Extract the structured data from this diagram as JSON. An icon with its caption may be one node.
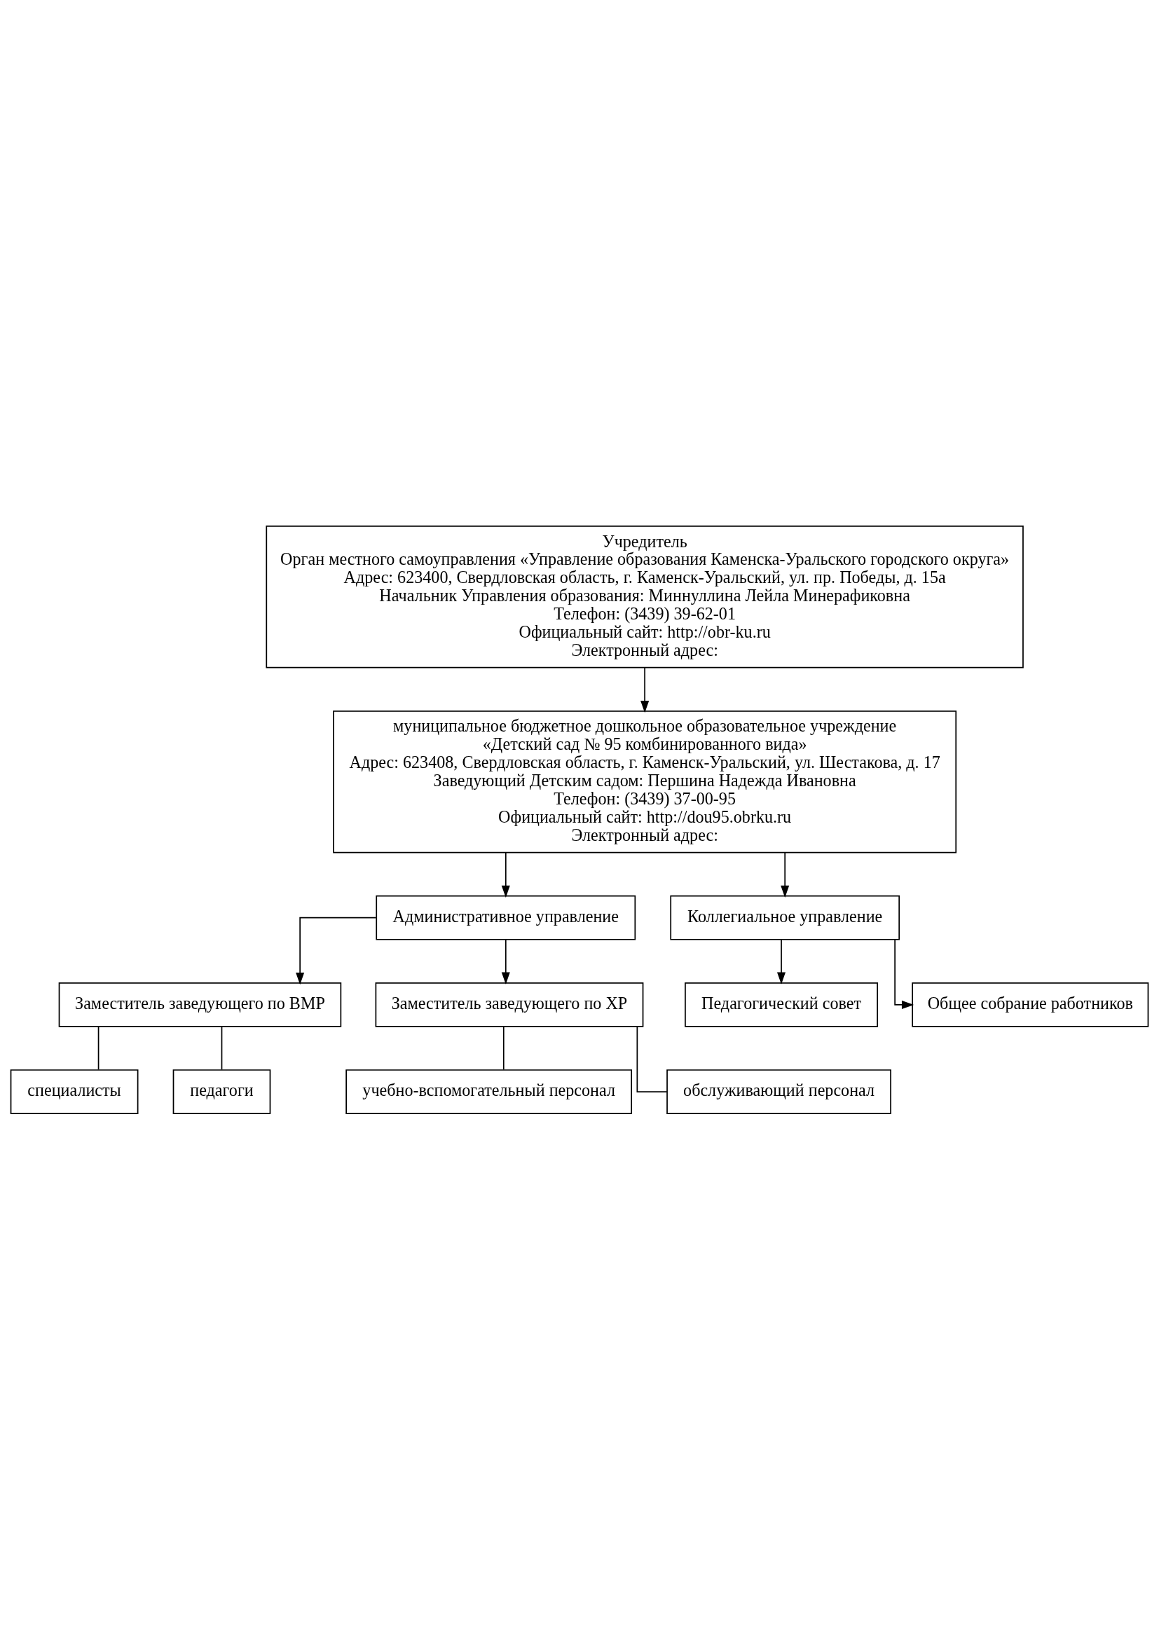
{
  "diagram": {
    "nodes": [
      {
        "text": [
          "Учредитель",
          "Орган местного самоуправления «Управление образования Каменска-Уральского городского округа»",
          "Адрес: 623400, Свердловская область, г. Каменск-Уральский, ул. пр. Победы, д. 15а",
          "Начальник Управления образования: Миннуллина Лейла Минерафиковна",
          "Телефон: (3439) 39-62-01",
          "Официальный сайт: http://obr-ku.ru",
          "Электронный адрес:"
        ]
      },
      {
        "text": [
          "муниципальное бюджетное дошкольное образовательное учреждение",
          "«Детский сад № 95 комбинированного вида»",
          "Адрес: 623408, Свердловская область, г. Каменск-Уральский, ул. Шестакова, д. 17",
          "Заведующий Детским садом: Першина Надежда Ивановна",
          "Телефон: (3439) 37-00-95",
          "Официальный сайт: http://dou95.obrku.ru",
          "Электронный адрес:"
        ]
      },
      {
        "text": [
          "Административное управление"
        ]
      },
      {
        "text": [
          "Коллегиальное управление"
        ]
      },
      {
        "text": [
          "Заместитель заведующего по ВМР"
        ]
      },
      {
        "text": [
          "Заместитель заведующего по ХР"
        ]
      },
      {
        "text": [
          "Педагогический совет"
        ]
      },
      {
        "text": [
          "Общее собрание работников"
        ]
      },
      {
        "text": [
          "специалисты"
        ]
      },
      {
        "text": [
          "педагоги"
        ]
      },
      {
        "text": [
          "учебно-вспомогательный персонал"
        ]
      },
      {
        "text": [
          "обслуживающий персонал"
        ]
      }
    ],
    "edges": [
      {
        "from": 0,
        "to": 1,
        "arrow": "to"
      },
      {
        "from": 1,
        "to": 2,
        "arrow": "to"
      },
      {
        "from": 1,
        "to": 3,
        "arrow": "to"
      },
      {
        "from": 2,
        "to": 4,
        "arrow": "to"
      },
      {
        "from": 2,
        "to": 5,
        "arrow": "to"
      },
      {
        "from": 3,
        "to": 6,
        "arrow": "to"
      },
      {
        "from": 3,
        "to": 7,
        "arrow": "to"
      },
      {
        "from": 4,
        "to": 8,
        "arrow": "none"
      },
      {
        "from": 4,
        "to": 9,
        "arrow": "none"
      },
      {
        "from": 5,
        "to": 10,
        "arrow": "none"
      },
      {
        "from": 5,
        "to": 11,
        "arrow": "none"
      }
    ]
  }
}
